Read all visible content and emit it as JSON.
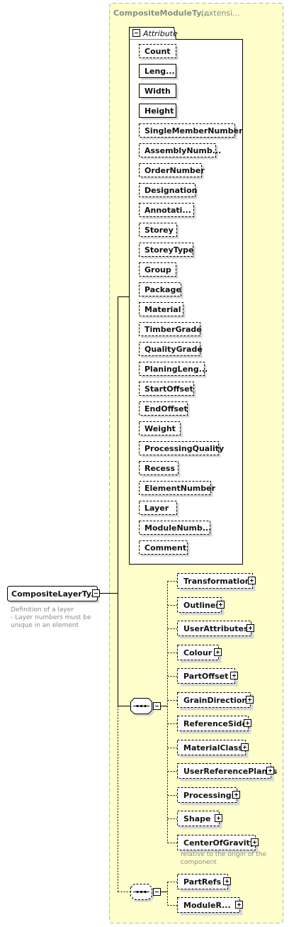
{
  "header": {
    "title": "CompositeModuleTy...",
    "subtitle": "(extensi..."
  },
  "attribute_group": {
    "label": "Attribute",
    "toggle": "−"
  },
  "attributes": [
    {
      "label": "Count",
      "required": false
    },
    {
      "label": "Leng...",
      "required": true
    },
    {
      "label": "Width",
      "required": true
    },
    {
      "label": "Height",
      "required": true
    },
    {
      "label": "SingleMemberNumber",
      "required": false
    },
    {
      "label": "AssemblyNumb...",
      "required": false
    },
    {
      "label": "OrderNumber",
      "required": false
    },
    {
      "label": "Designation",
      "required": false
    },
    {
      "label": "Annotati...",
      "required": false
    },
    {
      "label": "Storey",
      "required": false
    },
    {
      "label": "StoreyType",
      "required": false
    },
    {
      "label": "Group",
      "required": false
    },
    {
      "label": "Package",
      "required": false
    },
    {
      "label": "Material",
      "required": false
    },
    {
      "label": "TimberGrade",
      "required": false
    },
    {
      "label": "QualityGrade",
      "required": false
    },
    {
      "label": "PlaningLeng...",
      "required": false
    },
    {
      "label": "StartOffset",
      "required": false
    },
    {
      "label": "EndOffset",
      "required": false
    },
    {
      "label": "Weight",
      "required": false
    },
    {
      "label": "ProcessingQuality",
      "required": false
    },
    {
      "label": "Recess",
      "required": false
    },
    {
      "label": "ElementNumber",
      "required": false
    },
    {
      "label": "Layer",
      "required": false
    },
    {
      "label": "ModuleNumb...",
      "required": false
    },
    {
      "label": "Comment",
      "required": false
    }
  ],
  "root": {
    "label": "CompositeLayerTy...",
    "toggle": "−",
    "note": [
      "Definition of a layer",
      "- Layer numbers must be",
      "unique in an element"
    ]
  },
  "sequence1": {
    "toggle": "−",
    "elements": [
      {
        "label": "Transformations"
      },
      {
        "label": "Outlines"
      },
      {
        "label": "UserAttributes"
      },
      {
        "label": "Colour"
      },
      {
        "label": "PartOffset"
      },
      {
        "label": "GrainDirection"
      },
      {
        "label": "ReferenceSide"
      },
      {
        "label": "MaterialClass"
      },
      {
        "label": "UserReferencePlanes"
      },
      {
        "label": "Processings"
      },
      {
        "label": "Shape"
      },
      {
        "label": "CenterOfGravity",
        "note": [
          "relative to the origin of the",
          "component"
        ]
      }
    ]
  },
  "sequence2": {
    "toggle": "−",
    "elements": [
      {
        "label": "PartRefs"
      },
      {
        "label": "ModuleR..."
      }
    ]
  },
  "expand_symbol": "+",
  "colors": {
    "panel_fill": "#ffffcc",
    "panel_border": "#b8b8b8",
    "line": "#000000"
  }
}
